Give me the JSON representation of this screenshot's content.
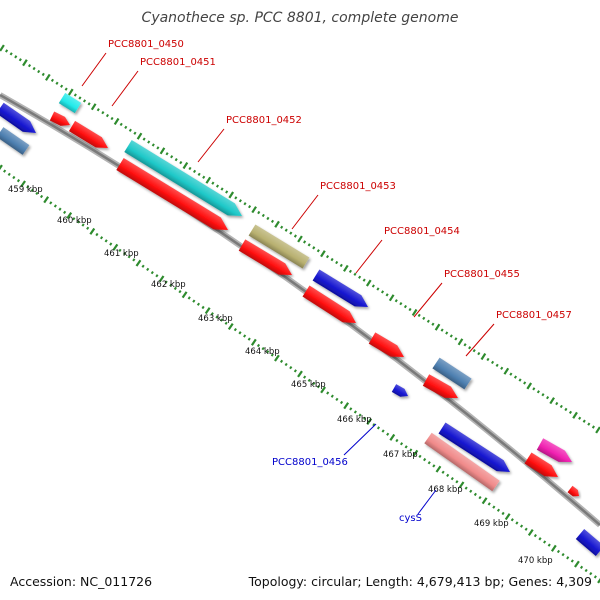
{
  "title": "Cyanothece sp. PCC 8801, complete genome",
  "footer": {
    "accession": "Accession: NC_011726",
    "summary": "Topology: circular; Length: 4,679,413 bp; Genes: 4,309"
  },
  "colors": {
    "backbone": "#8a8a8a",
    "tick_outer": "#2e8b2e",
    "tick_inner": "#2e8b2e",
    "label_red": "#cc0000",
    "label_blue": "#0000cc"
  },
  "ticks": [
    "459 kbp",
    "460 kbp",
    "461 kbp",
    "462 kbp",
    "463 kbp",
    "464 kbp",
    "465 kbp",
    "466 kbp",
    "467 kbp",
    "468 kbp",
    "469 kbp",
    "470 kbp"
  ],
  "genes": [
    {
      "id": "g_left_blue",
      "color": "#1515d0",
      "label": ""
    },
    {
      "id": "g_left_steel",
      "color": "#4d7fb0",
      "label": ""
    },
    {
      "id": "g_0450",
      "color": "#22eaea",
      "label": "PCC8801_0450",
      "label_color": "#cc0000"
    },
    {
      "id": "g_0451",
      "color": "#ff1010",
      "label": "PCC8801_0451",
      "label_color": "#cc0000"
    },
    {
      "id": "g_red_a",
      "color": "#ff1010",
      "label": ""
    },
    {
      "id": "g_0452",
      "color": "#1ec8c8",
      "label": "PCC8801_0452",
      "label_color": "#cc0000"
    },
    {
      "id": "g_red_b",
      "color": "#ff1010",
      "label": ""
    },
    {
      "id": "g_0453",
      "color": "#b8b070",
      "label": "PCC8801_0453",
      "label_color": "#cc0000"
    },
    {
      "id": "g_red_c",
      "color": "#ff1010",
      "label": ""
    },
    {
      "id": "g_0454",
      "color": "#1515d0",
      "label": "PCC8801_0454",
      "label_color": "#cc0000"
    },
    {
      "id": "g_red_d",
      "color": "#ff1010",
      "label": ""
    },
    {
      "id": "g_0455",
      "color": "#ff1010",
      "label": "PCC8801_0455",
      "label_color": "#cc0000"
    },
    {
      "id": "g_0457",
      "color": "#4d7fb0",
      "label": "PCC8801_0457",
      "label_color": "#cc0000"
    },
    {
      "id": "g_red_e",
      "color": "#ff1010",
      "label": ""
    },
    {
      "id": "g_0456",
      "color": "#1515d0",
      "label": "PCC8801_0456",
      "label_color": "#0000cc"
    },
    {
      "id": "g_blue_big",
      "color": "#1515d0",
      "label": ""
    },
    {
      "id": "g_cysS",
      "color": "#f08a8a",
      "label": "cysS",
      "label_color": "#0000cc"
    },
    {
      "id": "g_magenta",
      "color": "#f020b0",
      "label": ""
    },
    {
      "id": "g_red_f",
      "color": "#ff1010",
      "label": ""
    },
    {
      "id": "g_red_small",
      "color": "#ff1010",
      "label": ""
    },
    {
      "id": "g_right_blue",
      "color": "#1515d0",
      "label": ""
    }
  ]
}
